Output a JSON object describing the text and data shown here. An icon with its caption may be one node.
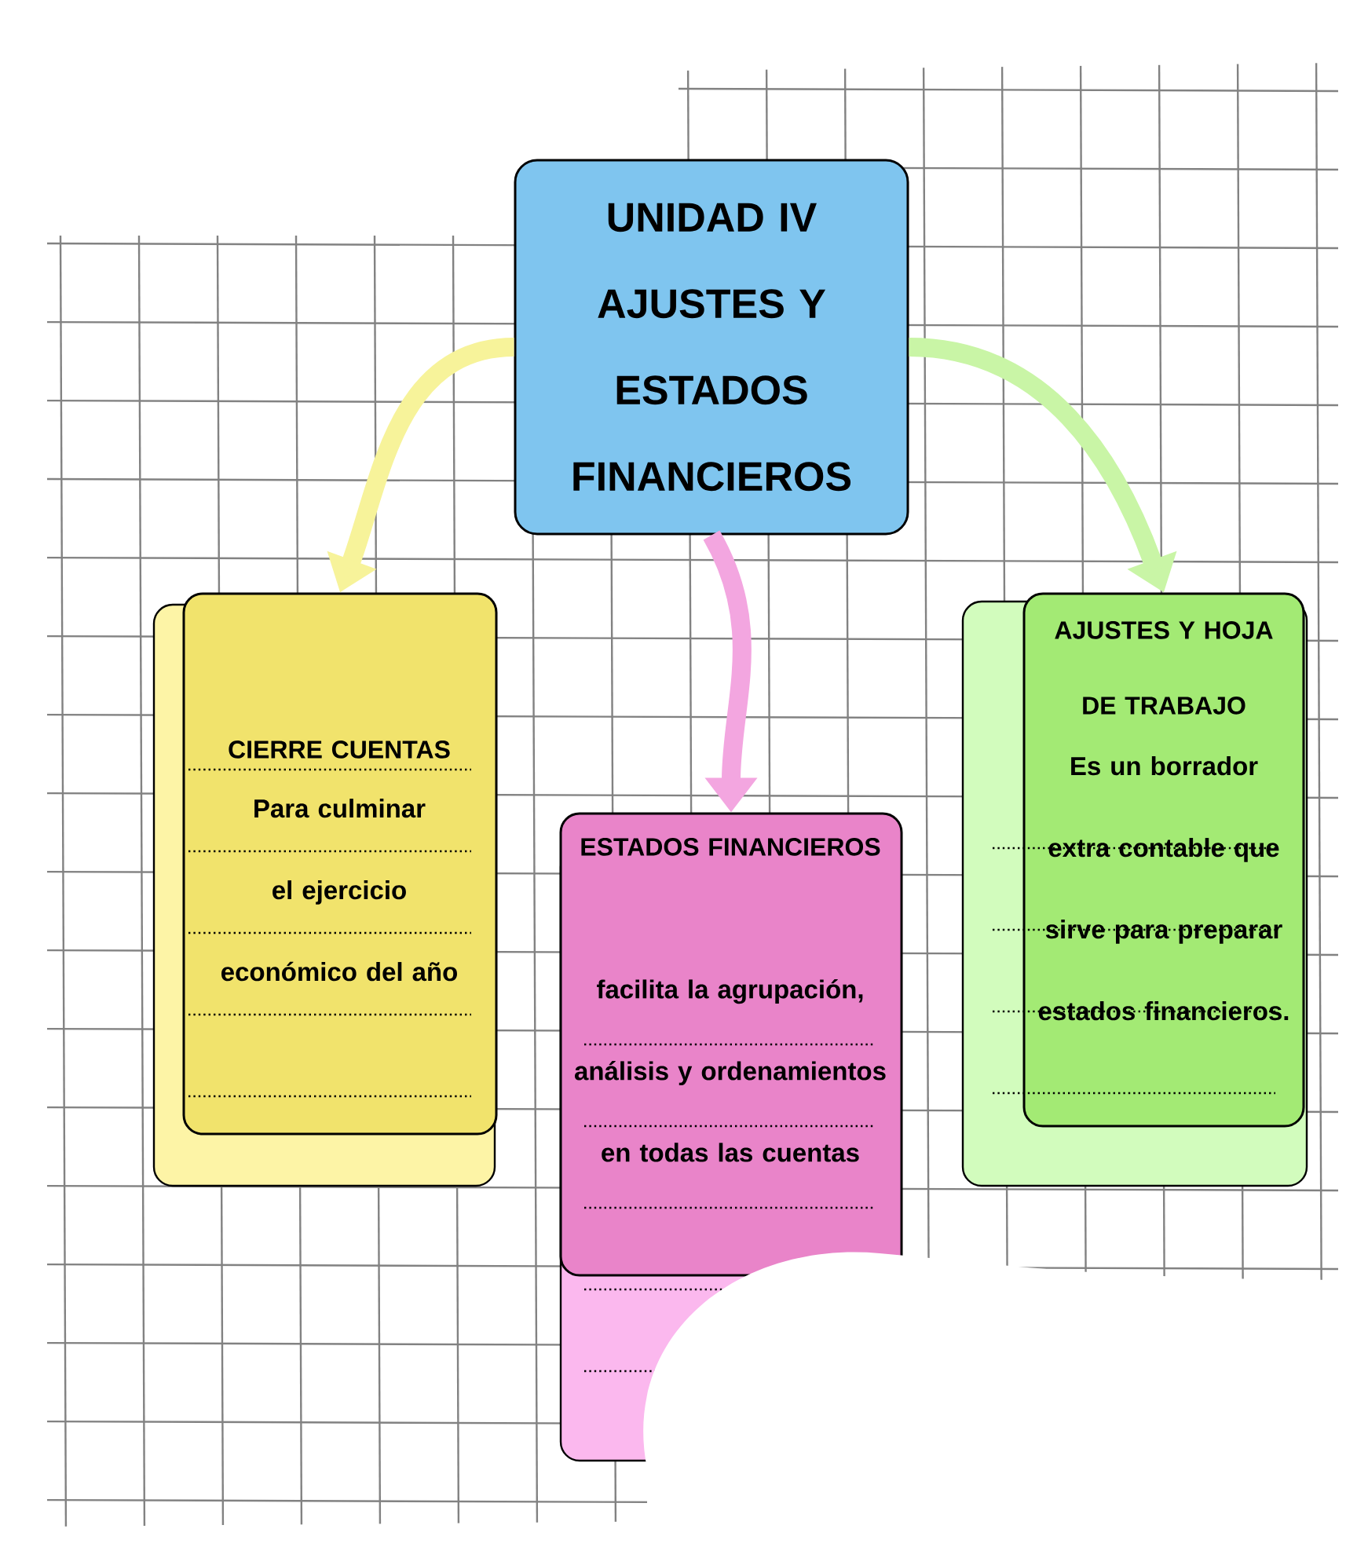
{
  "diagram": {
    "nodes": [
      {
        "text": [
          "UNIDAD IV AJUSTES Y ESTADOS FINANCIEROS"
        ]
      },
      {
        "text": [
          "CIERRE CUENTAS",
          "Para culminar el ejercicio económico del año"
        ]
      },
      {
        "text": [
          "ESTADOS FINANCIEROS",
          "facilita la agrupación, análisis y ordenamientos en todas las cuentas"
        ]
      },
      {
        "text": [
          "AJUSTES Y HOJA DE TRABAJO",
          "Es un borrador extra contable que sirve para preparar estados financieros."
        ]
      }
    ],
    "edges": [
      {
        "from": 0,
        "to": 1,
        "arrow": "to",
        "color": "#f7f39a"
      },
      {
        "from": 0,
        "to": 2,
        "arrow": "to",
        "color": "#f3a6e0"
      },
      {
        "from": 0,
        "to": 3,
        "arrow": "to",
        "color": "#c9f5a6"
      }
    ]
  }
}
